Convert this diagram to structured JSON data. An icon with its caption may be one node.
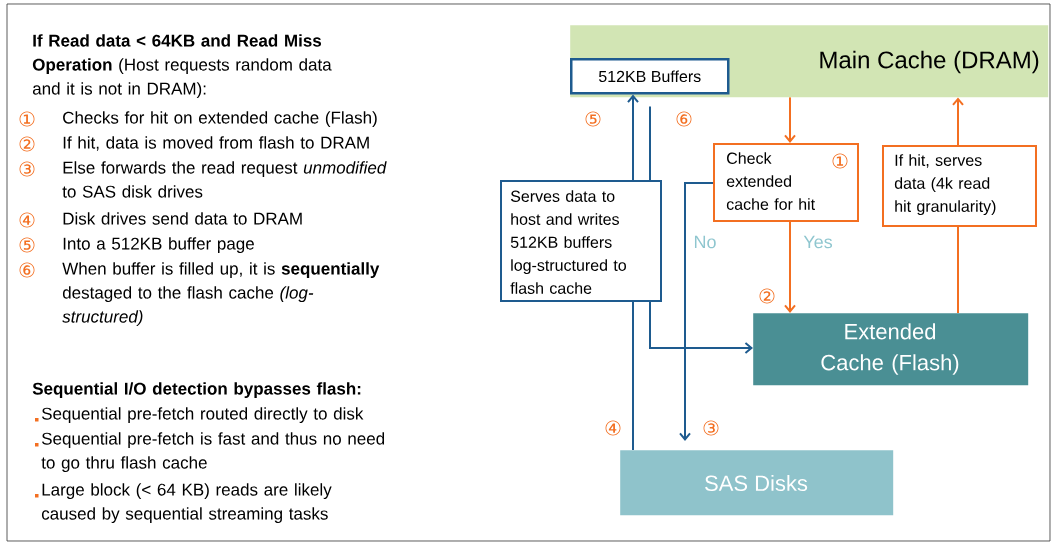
{
  "diagram": {
    "nodes": [
      {
        "text": [
          "Main Cache (DRAM)"
        ]
      },
      {
        "text": [
          "512KB Buffers"
        ],
        "in": 0
      },
      {
        "text": [
          "Check extended cache for hit",
          "①"
        ]
      },
      {
        "text": [
          "If hit, serves data (4k read hit granularity)"
        ]
      },
      {
        "text": [
          "Serves data to host and writes 512KB buffers log-structured to flash cache"
        ]
      },
      {
        "text": [
          "Extended Cache (Flash)"
        ]
      },
      {
        "text": [
          "SAS Disks"
        ]
      }
    ],
    "edges": [
      {
        "from": 0,
        "to": 2,
        "arrow": "to",
        "color": "#f36f21"
      },
      {
        "from": 2,
        "to": 5,
        "arrow": "to",
        "label": "Yes",
        "color": "#f36f21"
      },
      {
        "from": 5,
        "to": 3,
        "arrow": "none",
        "color": "#f36f21"
      },
      {
        "from": 3,
        "to": 0,
        "arrow": "to",
        "color": "#f36f21"
      },
      {
        "from": 2,
        "to": 6,
        "arrow": "to",
        "label": "No",
        "color": "#1e5b8f"
      },
      {
        "from": 6,
        "to": 4,
        "arrow": "none",
        "color": "#1e5b8f"
      },
      {
        "from": 4,
        "to": 1,
        "arrow": "to",
        "color": "#1e5b8f"
      },
      {
        "from": 1,
        "to": 4,
        "arrow": "none",
        "color": "#1e5b8f"
      },
      {
        "from": 4,
        "to": 5,
        "arrow": "to",
        "color": "#1e5b8f"
      }
    ],
    "labels": [
      "**If Read data < 64KB and Read Miss Operation** (Host requests random data and it is not in DRAM):",
      "①",
      "Checks for hit on extended cache (Flash)",
      "②",
      "If hit, data is moved from flash to DRAM",
      "③",
      "Else forwards the read request *unmodified* to SAS disk drives",
      "④",
      "Disk drives send data to DRAM",
      "⑤",
      "Into a 512KB buffer page",
      "⑥",
      "When buffer is filled up, it is **sequentially** destaged to the flash cache *(log-structured)*",
      "Sequential I/O detection bypasses flash:",
      "Sequential pre-fetch routed directly to disk",
      "Sequential pre-fetch is fast and thus no need to go thru flash cache",
      "Large block (< 64 KB) reads are likely  caused by sequential streaming tasks",
      "⑤",
      "⑥",
      "②",
      "④",
      "③"
    ]
  }
}
